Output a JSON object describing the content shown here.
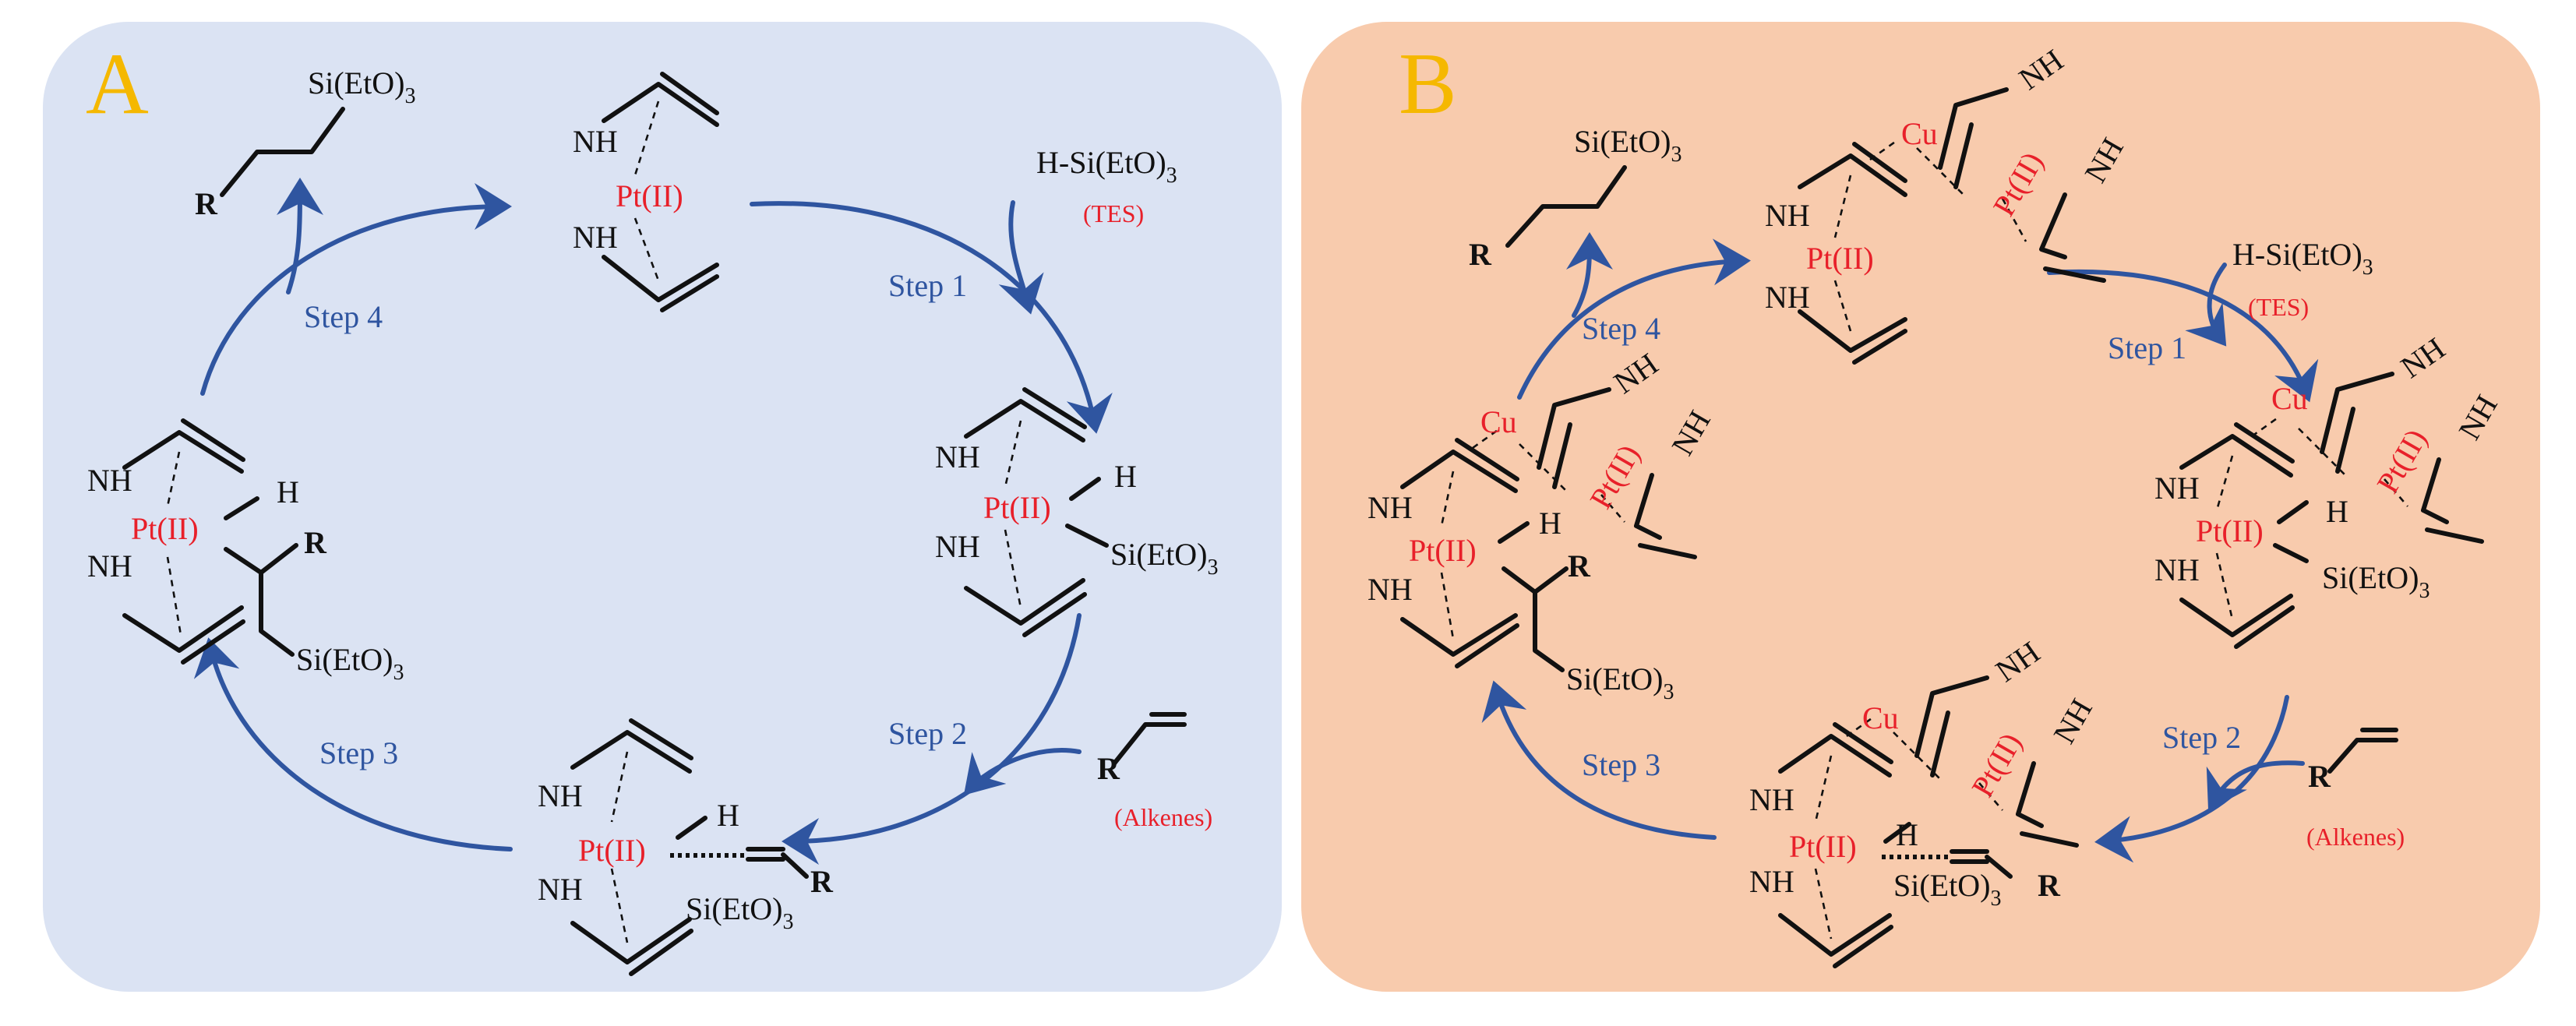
{
  "panels": [
    {
      "letter": "A",
      "bg": "#dbe3f3",
      "steps": [
        "Step 1",
        "Step 2",
        "Step 3",
        "Step 4"
      ],
      "reagent_top": "H-Si(EtO)",
      "reagent_top_sub": "3",
      "reagent_top_tag": "(TES)",
      "alkene_r": "R",
      "alkene_tag": "(Alkenes)",
      "product_si": "Si(EtO)",
      "product_si_sub": "3",
      "product_r": "R",
      "pt": "Pt(II)",
      "nh": "NH",
      "h": "H",
      "r": "R",
      "si": "Si(EtO)",
      "si_sub": "3"
    },
    {
      "letter": "B",
      "bg": "#f8cbad",
      "steps": [
        "Step 1",
        "Step 2",
        "Step 3",
        "Step 4"
      ],
      "reagent_top": "H-Si(EtO)",
      "reagent_top_sub": "3",
      "reagent_top_tag": "(TES)",
      "alkene_r": "R",
      "alkene_tag": "(Alkenes)",
      "product_si": "Si(EtO)",
      "product_si_sub": "3",
      "product_r": "R",
      "pt": "Pt(II)",
      "nh": "NH",
      "h": "H",
      "r": "R",
      "si": "Si(EtO)",
      "si_sub": "3",
      "cu": "Cu"
    }
  ],
  "colors": {
    "letter": "#f5b800",
    "arrow": "#2f55a0",
    "highlight": "#e8202a"
  }
}
